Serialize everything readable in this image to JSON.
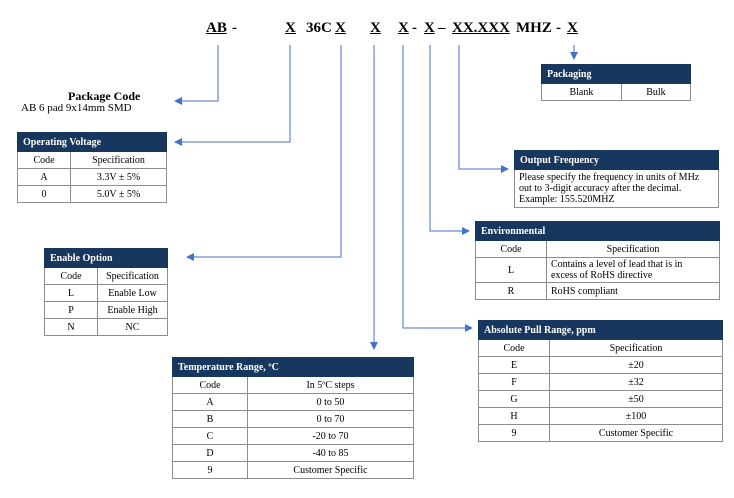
{
  "part_number": {
    "seg1": "AB",
    "dash1": "-",
    "seg2": "X",
    "seg3": "36C",
    "seg4": "X",
    "seg5": "X",
    "seg6": "X",
    "dash2": "-",
    "seg7": "X",
    "dash3": "–",
    "seg8": "XX.XXX",
    "seg9": "MHZ",
    "dash4": "-",
    "seg10": "X"
  },
  "package_code": {
    "title": "Package Code",
    "desc": "AB  6 pad 9x14mm SMD"
  },
  "packaging": {
    "title": "Packaging",
    "values": [
      "Blank",
      "Bulk"
    ]
  },
  "operating_voltage": {
    "title": "Operating Voltage",
    "headers": [
      "Code",
      "Specification"
    ],
    "rows": [
      [
        "A",
        "3.3V ± 5%"
      ],
      [
        "0",
        "5.0V ± 5%"
      ]
    ]
  },
  "output_frequency": {
    "title": "Output Frequency",
    "lines": [
      "Please specify the frequency in units of MHz",
      "out to 3-digit accuracy after the decimal.",
      "Example: 155.520MHZ"
    ]
  },
  "environmental": {
    "title": "Environmental",
    "headers": [
      "Code",
      "Specification"
    ],
    "rows": [
      [
        "L",
        "Contains a level of lead that is in",
        "excess of RoHS directive"
      ],
      [
        "R",
        "RoHS compliant",
        ""
      ]
    ]
  },
  "enable_option": {
    "title": "Enable Option",
    "headers": [
      "Code",
      "Specification"
    ],
    "rows": [
      [
        "L",
        "Enable Low"
      ],
      [
        "P",
        "Enable High"
      ],
      [
        "N",
        "NC"
      ]
    ]
  },
  "pull_range": {
    "title": "Absolute Pull Range, ppm",
    "headers": [
      "Code",
      "Specification"
    ],
    "rows": [
      [
        "E",
        "±20"
      ],
      [
        "F",
        "±32"
      ],
      [
        "G",
        "±50"
      ],
      [
        "H",
        "±100"
      ],
      [
        "9",
        "Customer Specific"
      ]
    ]
  },
  "temperature_range": {
    "title": "Temperature Range, ºC",
    "headers": [
      "Code",
      "In 5ºC steps"
    ],
    "rows": [
      [
        "A",
        "0 to 50"
      ],
      [
        "B",
        "0 to 70"
      ],
      [
        "C",
        "-20 to 70"
      ],
      [
        "D",
        "-40 to 85"
      ],
      [
        "9",
        "Customer Specific"
      ]
    ]
  },
  "colors": {
    "header_bg": "#17375e",
    "arrow": "#4472c4"
  }
}
